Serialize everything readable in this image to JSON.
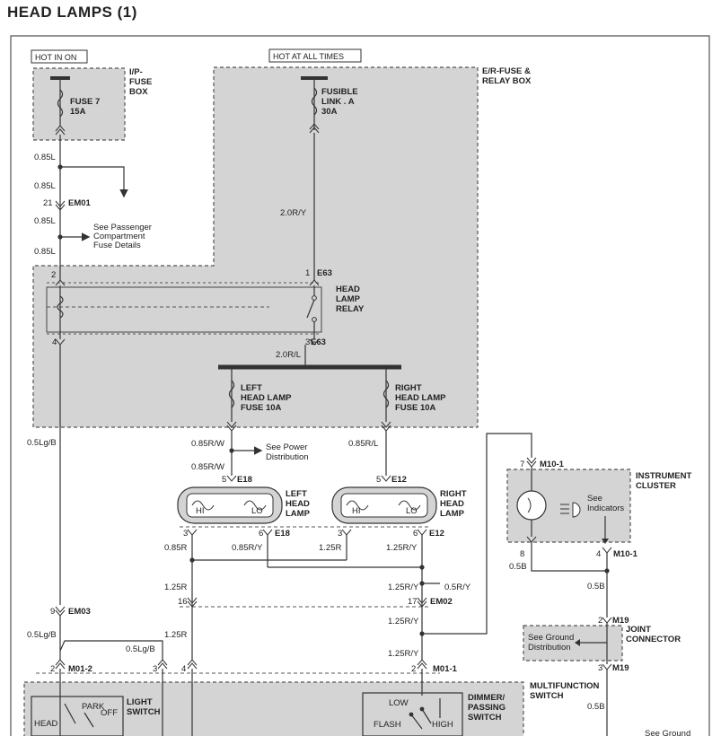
{
  "title": "HEAD LAMPS (1)",
  "tags": {
    "hot_in_on": "HOT IN ON",
    "hot_at_all_times": "HOT AT ALL TIMES"
  },
  "boxes": {
    "ip_fuse_box": [
      "I/P-",
      "FUSE",
      "BOX"
    ],
    "er_fuse_box": [
      "E/R-FUSE &",
      "RELAY BOX"
    ],
    "instrument_cluster": [
      "INSTRUMENT",
      "CLUSTER"
    ],
    "joint_connector": [
      "JOINT",
      "CONNECTOR"
    ],
    "multifunction_switch": [
      "MULTIFUNCTION",
      "SWITCH"
    ]
  },
  "components": {
    "fuse7": [
      "FUSE 7",
      "15A"
    ],
    "fusible_link": [
      "FUSIBLE",
      "LINK . A",
      "30A"
    ],
    "head_lamp_relay": [
      "HEAD",
      "LAMP",
      "RELAY"
    ],
    "left_fuse": [
      "LEFT",
      "HEAD LAMP",
      "FUSE 10A"
    ],
    "right_fuse": [
      "RIGHT",
      "HEAD LAMP",
      "FUSE 10A"
    ],
    "left_head_lamp": [
      "LEFT",
      "HEAD",
      "LAMP"
    ],
    "right_head_lamp": [
      "RIGHT",
      "HEAD",
      "LAMP"
    ],
    "light_switch": [
      "LIGHT",
      "SWITCH"
    ],
    "dimmer_switch": [
      "DIMMER/",
      "PASSING",
      "SWITCH"
    ],
    "lamp_hi": "HI",
    "lamp_lo": "LO",
    "switch_park": "PARK",
    "switch_head": "HEAD",
    "switch_off": "OFF",
    "switch_low": "LOW",
    "switch_flash": "FLASH",
    "switch_high": "HIGH"
  },
  "notes": {
    "passenger_fuse": [
      "See Passenger",
      "Compartment",
      "Fuse Details"
    ],
    "power_distribution": [
      "See Power",
      "Distribution"
    ],
    "see_indicators": [
      "See",
      "Indicators"
    ],
    "ground_distribution": [
      "See Ground",
      "Distribution"
    ],
    "bottom_note": "See Ground"
  },
  "wires": {
    "w1": "0.85L",
    "w2": "0.85L",
    "w3": "0.85L",
    "w4": "0.85L",
    "w_20ry": "2.0R/Y",
    "w_20rl": "2.0R/L",
    "w_lgb1": "0.5Lg/B",
    "w_lgb2": "0.5Lg/B",
    "w_lgb3": "0.5Lg/B",
    "w_085rw1": "0.85R/W",
    "w_085rw2": "0.85R/W",
    "w_085rl": "0.85R/L",
    "w_085r": "0.85R",
    "w_085ry": "0.85R/Y",
    "w_125r1": "1.25R",
    "w_125r2": "1.25R",
    "w_125r3": "1.25R",
    "w_125ry1": "1.25R/Y",
    "w_125ry2": "1.25R/Y",
    "w_125ry3": "1.25R/Y",
    "w_125ry4": "1.25R/Y",
    "w_05ry": "0.5R/Y",
    "w_05b1": "0.5B",
    "w_05b2": "0.5B",
    "w_05b3": "0.5B"
  },
  "connectors": {
    "em01": "EM01",
    "e63a": "E63",
    "e63b": "E63",
    "e18a": "E18",
    "e18b": "E18",
    "e12a": "E12",
    "e12b": "E12",
    "em02": "EM02",
    "em03": "EM03",
    "m01_2": "M01-2",
    "m01_1": "M01-1",
    "m10_1a": "M10-1",
    "m10_1b": "M10-1",
    "m19a": "M19",
    "m19b": "M19"
  },
  "pins": {
    "p21": "21",
    "p2a": "2",
    "p1": "1",
    "p4": "4",
    "p3": "3",
    "p5a": "5",
    "p5b": "5",
    "p3a": "3",
    "p6a": "6",
    "p3b": "3",
    "p6b": "6",
    "p16": "16",
    "p17": "17",
    "p9": "9",
    "p2b": "2",
    "p3c": "3",
    "p4b": "4",
    "p2c": "2",
    "p7": "7",
    "p8": "8",
    "p4c": "4",
    "p2d": "2",
    "p3d": "3"
  }
}
